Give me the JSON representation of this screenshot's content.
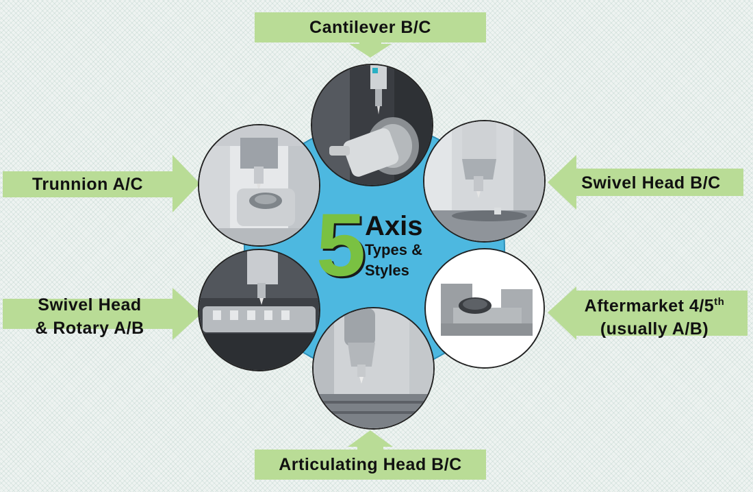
{
  "center": {
    "number": "5",
    "title": "Axis",
    "subtitle_line1": "Types &",
    "subtitle_line2": "Styles"
  },
  "labels": {
    "top": "Cantilever B/C",
    "bottom": "Articulating Head B/C",
    "left_top": "Trunnion A/C",
    "right_top": "Swivel Head B/C",
    "left_bottom_line1": "Swivel Head",
    "left_bottom_line2": "& Rotary A/B",
    "right_bottom_line1": "Aftermarket 4/5",
    "right_bottom_sup": "th",
    "right_bottom_line2": "(usually A/B)"
  },
  "colors": {
    "arrow_fill": "#b9dc96",
    "hub_fill": "#4db8e0",
    "five_green": "#7ac142",
    "photo_ring": "#222222"
  },
  "icons": [
    "arrow-down-icon",
    "arrow-up-icon",
    "arrow-right-icon",
    "arrow-left-icon"
  ]
}
